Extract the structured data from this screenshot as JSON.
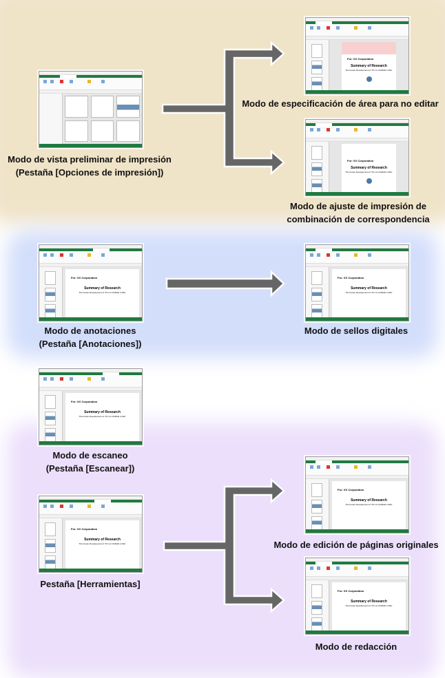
{
  "document_sample": {
    "recipient": "For: XX Corporation",
    "title": "Summary of Research",
    "subtitle": "The Future Development of 'XX LA CIUDAD LUNA'"
  },
  "colors": {
    "arrow": "#666666",
    "band_print": "#efe3c8",
    "band_annotation": "#cfdcfb",
    "band_tools": "#e9dcfb",
    "ribbon_green": "#1f7a3f"
  },
  "modes": {
    "print_preview": {
      "line1": "Modo de vista preliminar de impresión",
      "line2": "(Pestaña [Opciones de impresión])"
    },
    "no_edit_area": {
      "line1": "Modo de especificación de área para no editar"
    },
    "mail_merge": {
      "line1": "Modo de ajuste de impresión de",
      "line2": "combinación de correspondencia"
    },
    "annotation": {
      "line1": "Modo de anotaciones",
      "line2": "(Pestaña [Anotaciones])"
    },
    "digital_stamp": {
      "line1": "Modo de sellos digitales"
    },
    "scan": {
      "line1": "Modo de escaneo",
      "line2": "(Pestaña [Escanear])"
    },
    "tools": {
      "line1": "Pestaña [Herramientas]"
    },
    "original_page_edit": {
      "line1": "Modo de edición de páginas originales"
    },
    "redaction": {
      "line1": "Modo de redacción"
    }
  }
}
